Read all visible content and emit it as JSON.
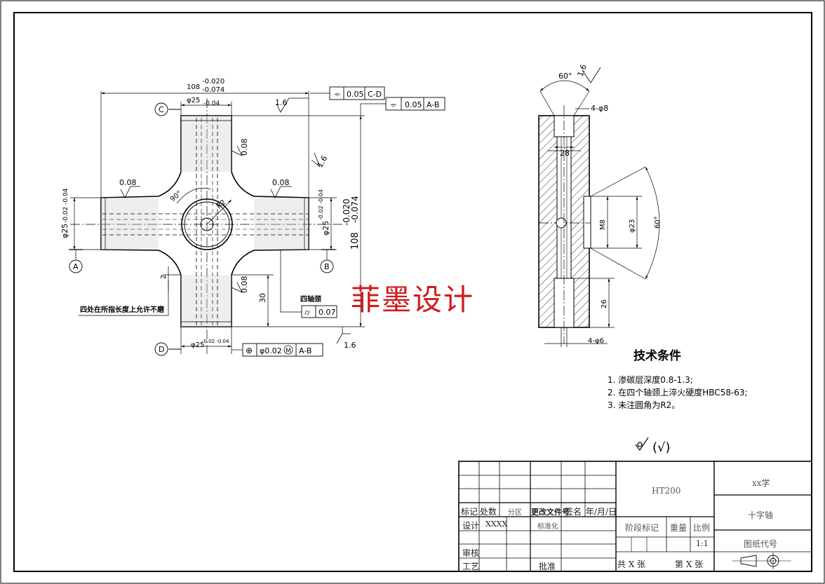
{
  "drawing": {
    "front_view": {
      "datum_c": "C",
      "datum_d": "D",
      "datum_a": "A",
      "datum_b": "B",
      "dim_top_108": "108",
      "tol_top_upper": "-0.020",
      "tol_top_lower": "-0.074",
      "dim_phi25_top": "φ25",
      "tol_phi25_top": "-0.04",
      "roughness_top": "1.6",
      "frame_top_sym": "0.05",
      "frame_top_ref": "C-D",
      "frame_right_sym": "0.05",
      "frame_right_ref": "A-B",
      "roughness_right": "1.6",
      "roughness_008_a": "0.08",
      "roughness_008_b": "0.08",
      "roughness_008_c": "0.08",
      "roughness_008_d": "0.08",
      "dim_left_phi25": "φ25",
      "tol_left": "-0.02 -0.04",
      "dim_right_phi25": "φ25",
      "tol_right": "-0.02 -0.04",
      "dim_right_108": "108",
      "tol_right_108_upper": "-0.020",
      "tol_right_108_lower": "-0.074",
      "angle_90": "90°",
      "radius_r2": "R2",
      "dim_2": "2",
      "dim_30": "30",
      "note_four_journals": "四轴颈",
      "frame_cyl_value": "0.07",
      "note_axis_length": "四处在所指长度上允许不磨",
      "bottom_phi25": "φ25",
      "bottom_tol": "-0.02 -0.04",
      "frame_bottom_value": "φ0.02",
      "frame_bottom_m": "M",
      "frame_bottom_ref": "A-B",
      "roughness_bottom": "1.6"
    },
    "side_view": {
      "angle_60_top": "60°",
      "roughness_16": "1.6",
      "holes_top": "4-φ8",
      "dim_28": "28",
      "dim_m8": "M8",
      "dim_phi23": "φ23",
      "angle_60_side": "60°",
      "dim_26": "26",
      "holes_bottom": "4-φ6"
    },
    "watermark": "菲墨设计",
    "tech_requirements": {
      "title": "技术条件",
      "items": [
        "1. 渗碳层深度0.8-1.3;",
        "2. 在四个轴颈上淬火硬度HBC58-63;",
        "3. 未注圆角为R2。"
      ]
    },
    "roughness_general": "(√)"
  },
  "title_block": {
    "material": "HT200",
    "school": "xx学",
    "part_name": "十字轴",
    "drawing_code": "图纸代号",
    "stage_mark": "阶段标记",
    "weight": "重量",
    "scale_label": "比例",
    "scale_value": "1:1",
    "total_sheets": "共 X 张",
    "sheet_no": "第 X 张",
    "mark": "标记",
    "count": "处数",
    "zone": "分区",
    "change_doc": "更改文件号",
    "signature": "签名",
    "date": "年/月/日",
    "design": "设计",
    "designer": "XXXX",
    "standardize": "标准化",
    "review": "审核",
    "process": "工艺",
    "approve": "批准"
  }
}
